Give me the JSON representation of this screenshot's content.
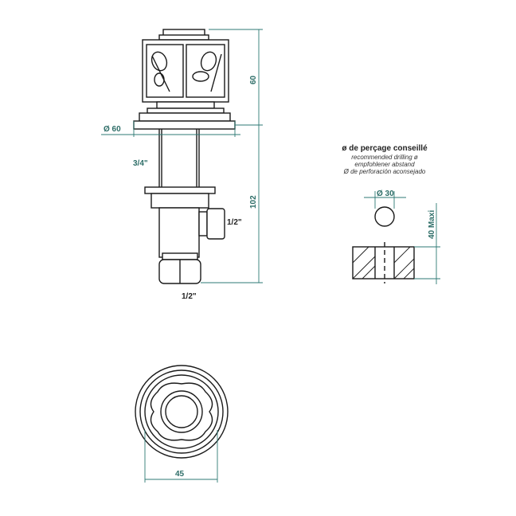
{
  "side_view": {
    "height_top": "60",
    "height_total": "102",
    "flange_diameter": "Ø 60",
    "stem_thread": "3/4\"",
    "side_outlet_thread": "1/2\"",
    "bottom_thread": "1/2\""
  },
  "top_view": {
    "width": "45"
  },
  "drilling": {
    "title": "ø de perçage conseillé",
    "line_en": "recommended drilling ø",
    "line_de": "empfohlener abstand",
    "line_es": "Ø de perforación aconsejado",
    "hole_diameter": "Ø 30",
    "max_thickness": "40 Maxi"
  },
  "colors": {
    "dimension": "#2e7a74",
    "line": "#1a1a1a"
  }
}
